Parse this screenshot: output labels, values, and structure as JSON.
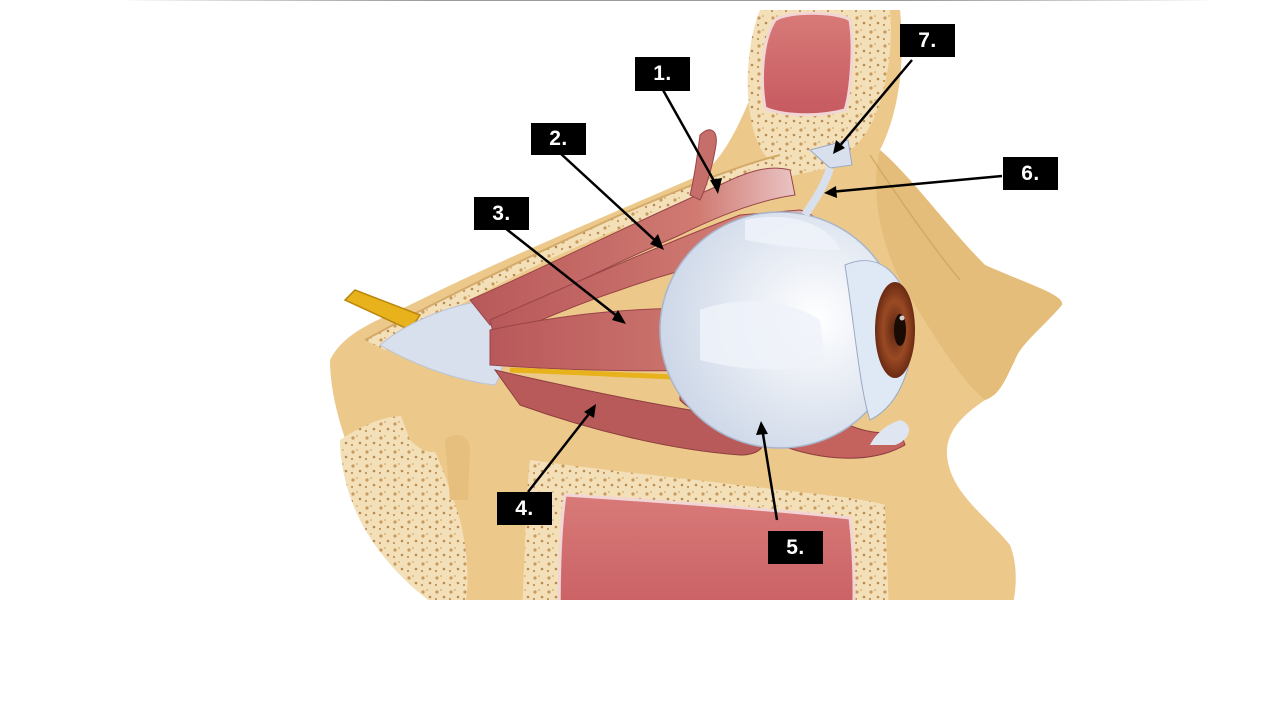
{
  "diagram": {
    "labels": [
      {
        "id": "1",
        "text": "1."
      },
      {
        "id": "2",
        "text": "2."
      },
      {
        "id": "3",
        "text": "3."
      },
      {
        "id": "4",
        "text": "4."
      },
      {
        "id": "5",
        "text": "5."
      },
      {
        "id": "6",
        "text": "6."
      },
      {
        "id": "7",
        "text": "7."
      }
    ]
  },
  "colors": {
    "bone": "#ecc98a",
    "bone_dark": "#d9ae62",
    "spongy_bone": "#f2dcb0",
    "muscle": "#c9706a",
    "muscle_dark": "#a84e4a",
    "sinus": "#cf6a6c",
    "tendon": "#dfe6f2",
    "sclera": "#e8eef8",
    "iris": "#8a3a1c",
    "nerve": "#e8b21c",
    "label_bg": "#000000",
    "label_text": "#ffffff"
  }
}
